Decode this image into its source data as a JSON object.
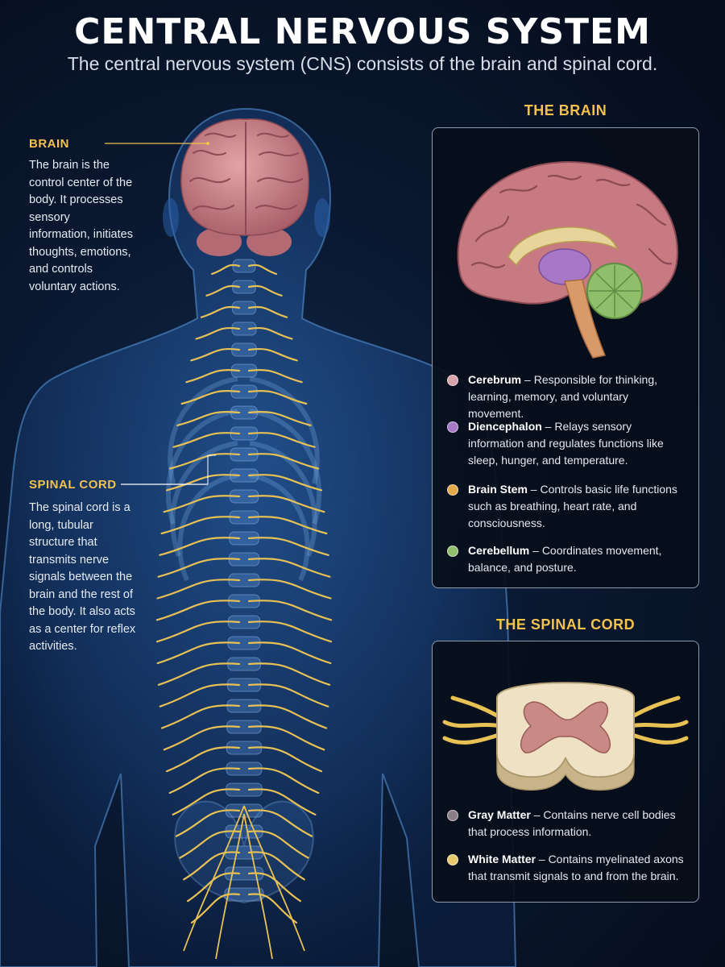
{
  "header": {
    "title": "CENTRAL NERVOUS SYSTEM",
    "subtitle": "The central nervous system (CNS) consists of the brain and spinal cord."
  },
  "left_labels": {
    "brain": {
      "label": "BRAIN",
      "text": "The brain is the control center of the body. It processes sensory information, initiates thoughts, emotions, and controls voluntary actions."
    },
    "spinal_cord": {
      "label": "SPINAL CORD",
      "text": "The spinal cord is a long, tubular structure that transmits nerve signals between the brain and the rest of the body. It also acts as a center for reflex activities."
    }
  },
  "brain_panel": {
    "heading": "THE BRAIN",
    "items": [
      {
        "term": "Cerebrum",
        "desc": " – Responsible for thinking, learning, memory, and voluntary movement.",
        "color": "#d9a3ab"
      },
      {
        "term": "Diencephalon",
        "desc": " – Relays sensory information and regulates functions like sleep, hunger, and temperature.",
        "color": "#a878c8"
      },
      {
        "term": "Brain Stem",
        "desc": " – Controls basic life functions such as breathing, heart rate, and consciousness.",
        "color": "#e6a94a"
      },
      {
        "term": "Cerebellum",
        "desc": " – Coordinates movement, balance, and posture.",
        "color": "#8fbf6a"
      }
    ]
  },
  "spinal_panel": {
    "heading": "THE SPINAL CORD",
    "items": [
      {
        "term": "Gray Matter",
        "desc": " – Contains nerve cell bodies that process information.",
        "color": "#8a7f86"
      },
      {
        "term": "White Matter",
        "desc": " – Contains myelinated axons that transmit signals to and from the brain.",
        "color": "#e6c96a"
      }
    ]
  },
  "colors": {
    "accent": "#f2c14e",
    "body_blue": "#2a5fa8",
    "brain_pink": "#c97f86",
    "nerve_yellow": "#e8c154"
  }
}
